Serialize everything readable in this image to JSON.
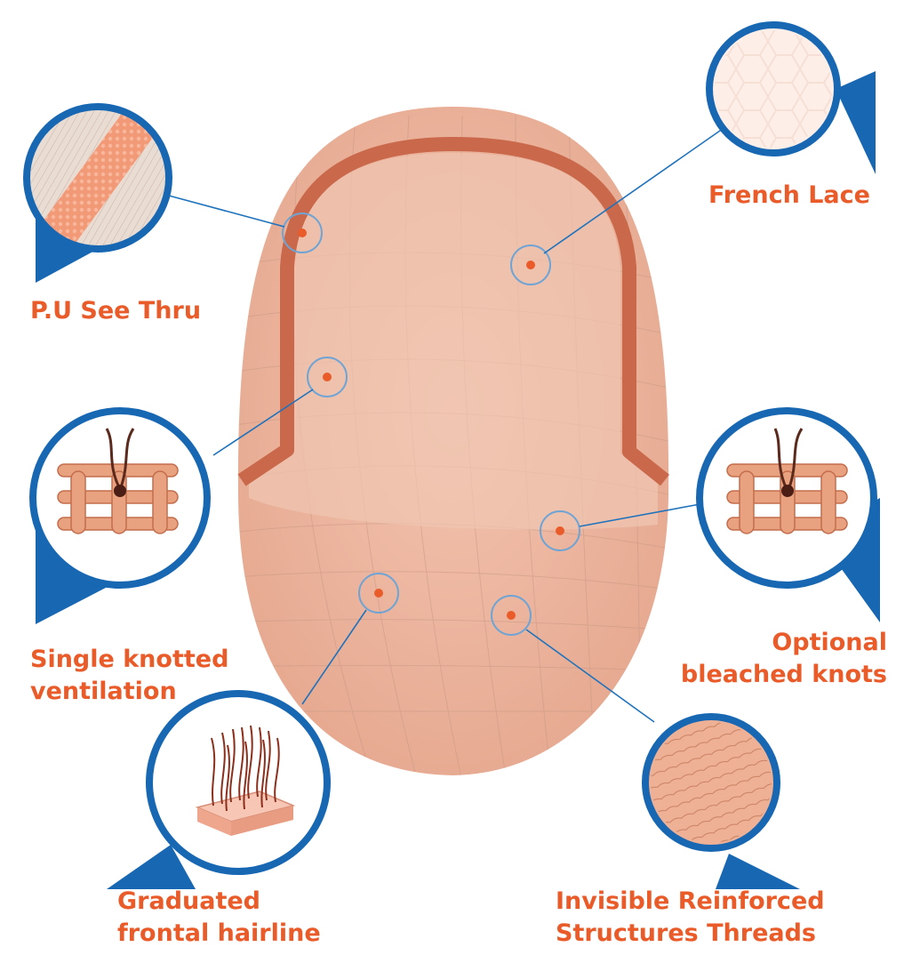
{
  "colors": {
    "accent": "#ea5b2a",
    "frame": "#1767b3",
    "cap": "#edb19b",
    "lace": "#f2cbb8",
    "stripe": "#c9684a"
  },
  "callouts": {
    "french_lace": {
      "lines": [
        "French Lace"
      ],
      "icon": "french-lace-texture"
    },
    "pu_see_thru": {
      "lines": [
        "P.U See Thru"
      ],
      "icon": "pu-see-thru-texture"
    },
    "single_knotted": {
      "lines": [
        "Single knotted",
        "ventilation"
      ],
      "icon": "single-knot-mesh"
    },
    "bleached_knots": {
      "lines": [
        "Optional",
        "bleached knots"
      ],
      "icon": "bleached-knot-mesh"
    },
    "frontal_hairline": {
      "lines": [
        "Graduated",
        "frontal hairline"
      ],
      "icon": "hairline-skin-block"
    },
    "reinforced_threads": {
      "lines": [
        "Invisible Reinforced",
        "Structures Threads"
      ],
      "icon": "reinforced-thread-texture"
    }
  }
}
